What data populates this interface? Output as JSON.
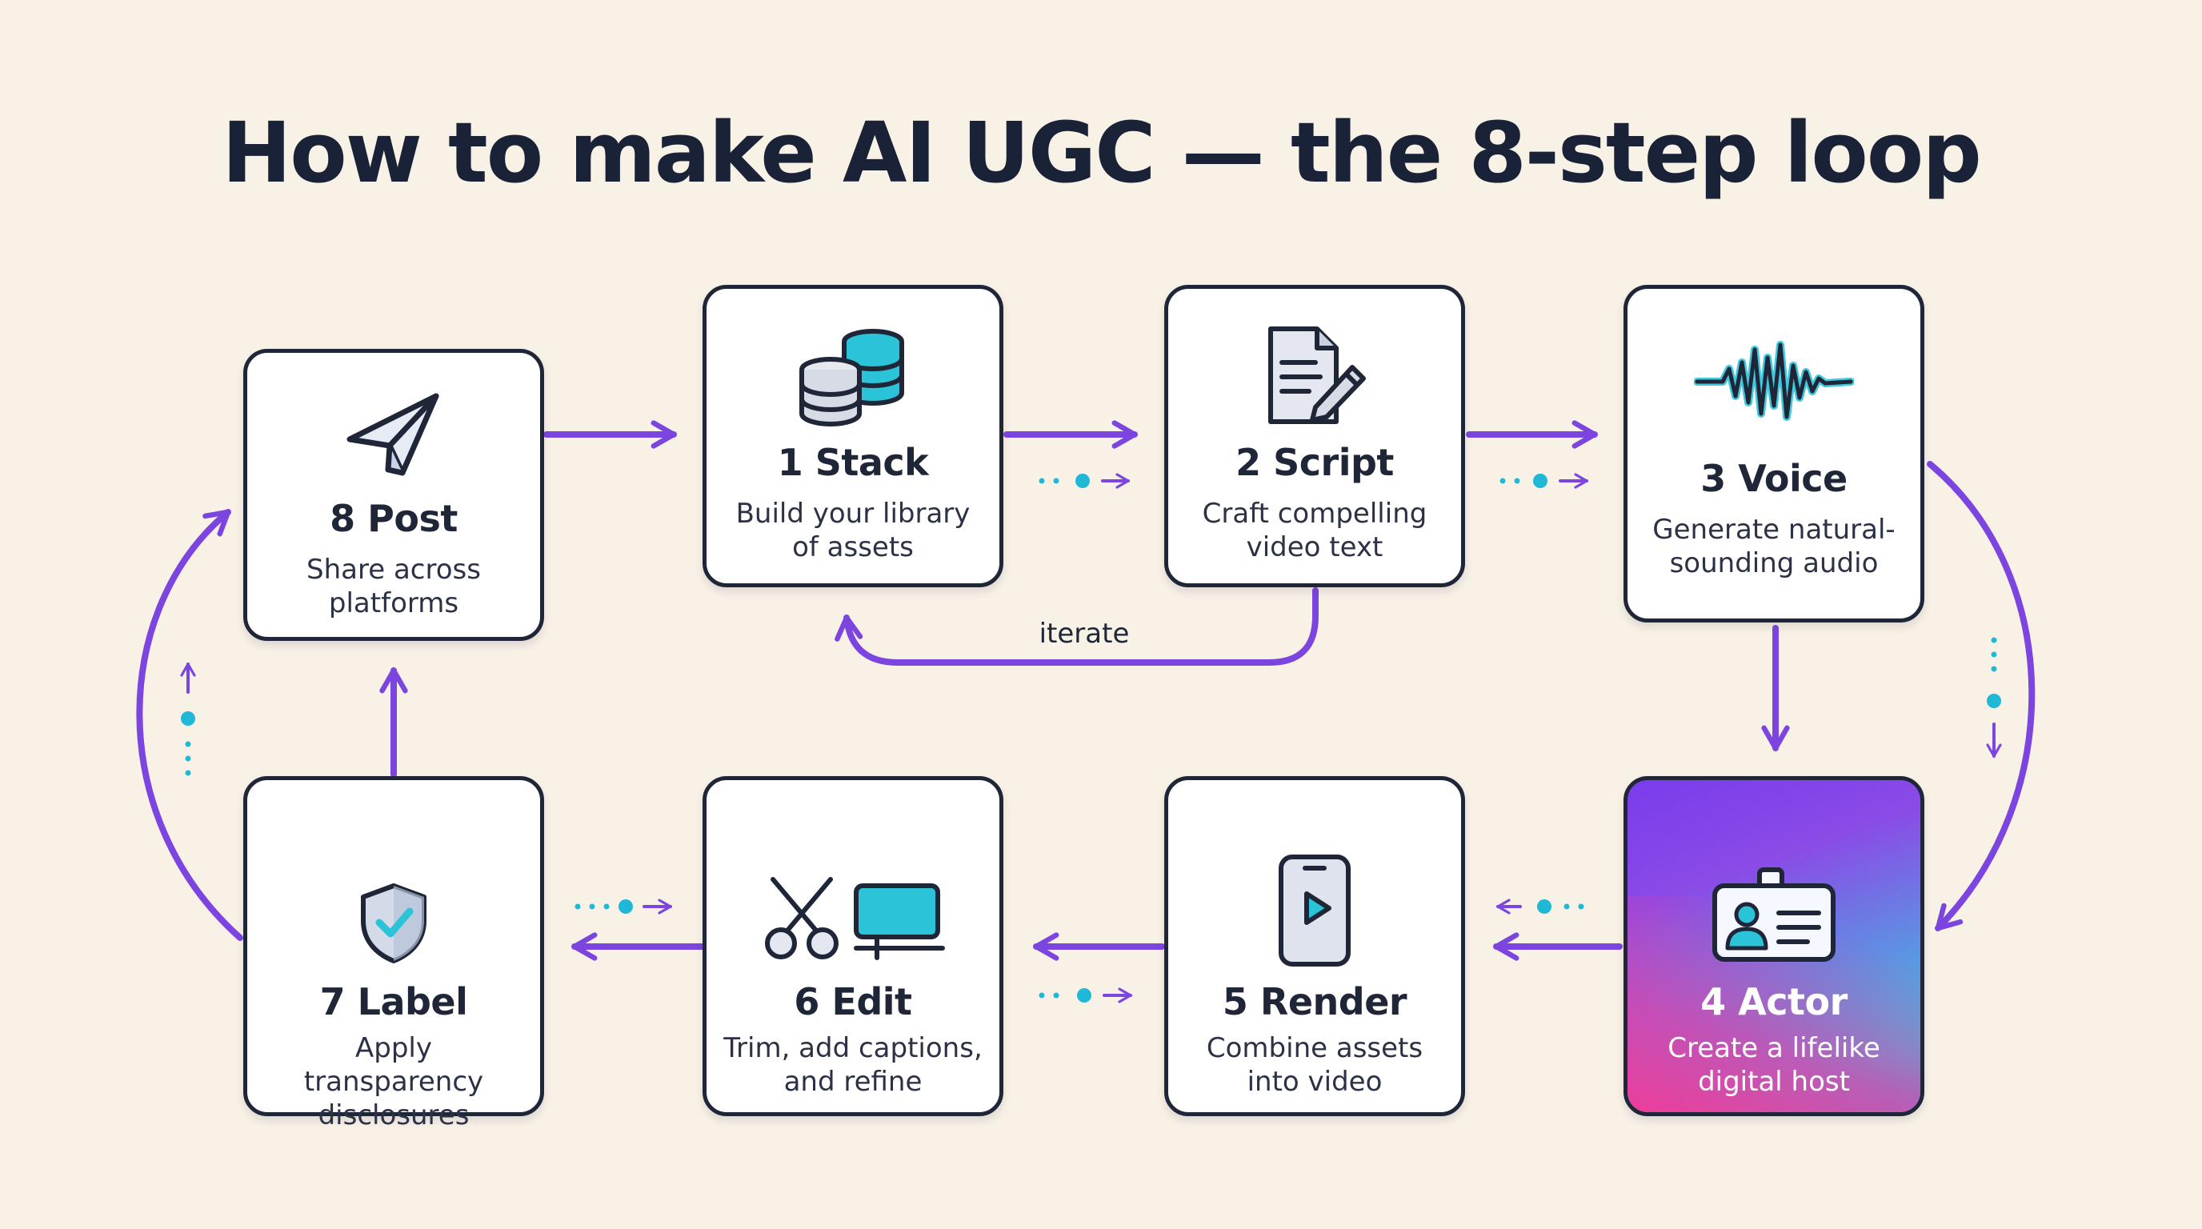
{
  "title": "How to make AI UGC — the 8-step loop",
  "steps": [
    {
      "name": "1 Stack",
      "desc_line1": "Build your library",
      "desc_line2": "of assets",
      "icon": "database-coins-icon"
    },
    {
      "name": "2 Script",
      "desc_line1": "Craft compelling",
      "desc_line2": "video text",
      "icon": "document-pencil-icon"
    },
    {
      "name": "3 Voice",
      "desc_line1": "Generate natural-",
      "desc_line2": "sounding audio",
      "icon": "soundwave-icon"
    },
    {
      "name": "4 Actor",
      "desc_line1": "Create a lifelike",
      "desc_line2": "digital host",
      "icon": "id-badge-icon"
    },
    {
      "name": "5 Render",
      "desc_line1": "Combine assets",
      "desc_line2": "into video",
      "icon": "phone-play-icon"
    },
    {
      "name": "6 Edit",
      "desc_line1": "Trim, add captions,",
      "desc_line2": "and refine",
      "icon": "scissors-timeline-icon"
    },
    {
      "name": "7 Label",
      "desc_line1": "Apply transparency",
      "desc_line2": "disclosures",
      "icon": "shield-check-icon"
    },
    {
      "name": "8 Post",
      "desc_line1": "Share across",
      "desc_line2": "platforms",
      "icon": "paper-plane-icon"
    }
  ],
  "iterate_label": "iterate",
  "colors": {
    "background": "#f8f1e6",
    "arrow": "#7c45e0",
    "accent_dot": "#1fb8d6",
    "card_border": "#1f2638",
    "title": "#1a2238"
  }
}
